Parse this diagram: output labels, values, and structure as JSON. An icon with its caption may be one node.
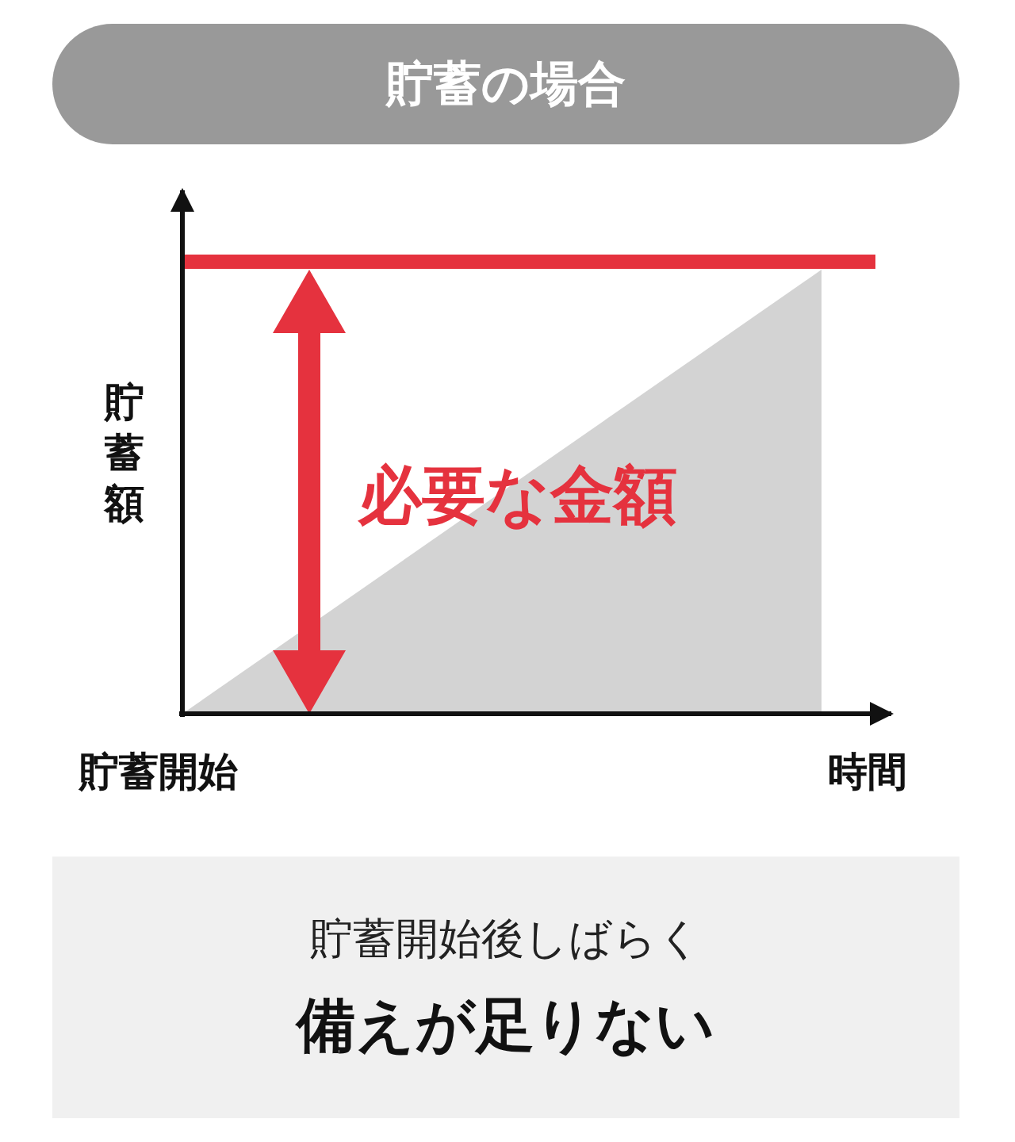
{
  "diagram": {
    "title": "貯蓄の場合",
    "nodes": [
      {
        "text": [
          "貯蓄開始後しばらく",
          "備えが足りない"
        ]
      }
    ],
    "labels": [
      "貯蓄額",
      "必要な金額",
      "貯蓄開始",
      "時間"
    ]
  }
}
